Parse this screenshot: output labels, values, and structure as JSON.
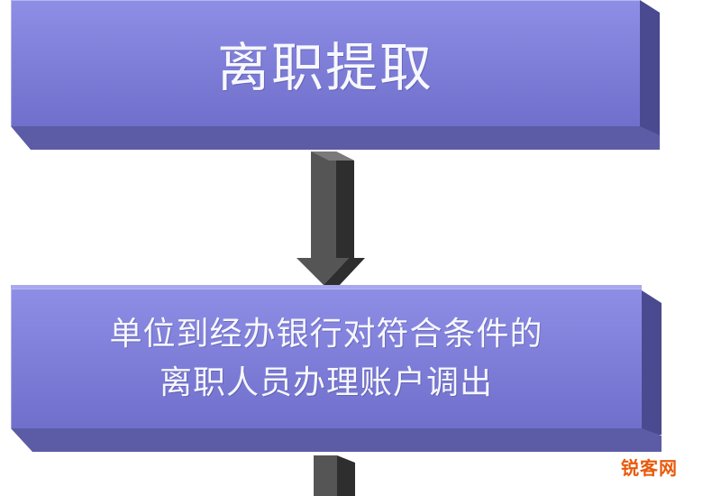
{
  "diagram": {
    "step1_label": "离职提取",
    "step2_line1": "单位到经办银行对符合条件的",
    "step2_line2": "离职人员办理账户调出"
  },
  "watermark": "锐客网",
  "colors": {
    "box_face": "#7d7dd8",
    "box_side": "#4a4a90",
    "box_text": "#f7f7ff",
    "arrow": "#444444",
    "watermark": "#e85a0c"
  }
}
